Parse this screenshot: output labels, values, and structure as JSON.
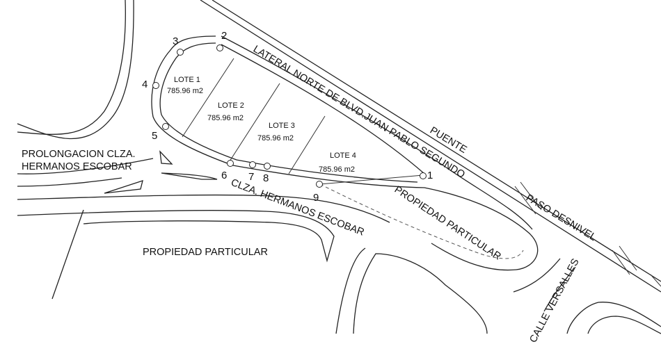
{
  "roads": {
    "lateral": "LATERAL NORTE DE BLVD.JUAN PABLO SEGUNDO",
    "puente": "PUENTE",
    "paso": "PASO DESNIVEL",
    "hermanos": "CLZA. HERMANOS ESCOBAR",
    "prolongacion_1": "PROLONGACION CLZA.",
    "prolongacion_2": "HERMANOS ESCOBAR",
    "versalles": "CALLE VERSALLES"
  },
  "propiedad_left": "PROPIEDAD PARTICULAR",
  "propiedad_right": "PROPIEDAD PARTICULAR",
  "lots": [
    {
      "name": "LOTE 1",
      "area": "785.96 m2"
    },
    {
      "name": "LOTE 2",
      "area": "785.96 m2"
    },
    {
      "name": "LOTE 3",
      "area": "785.96 m2"
    },
    {
      "name": "LOTE 4",
      "area": "785.96 m2"
    }
  ],
  "points": [
    "1",
    "2",
    "3",
    "4",
    "5",
    "6",
    "7",
    "8",
    "9"
  ]
}
